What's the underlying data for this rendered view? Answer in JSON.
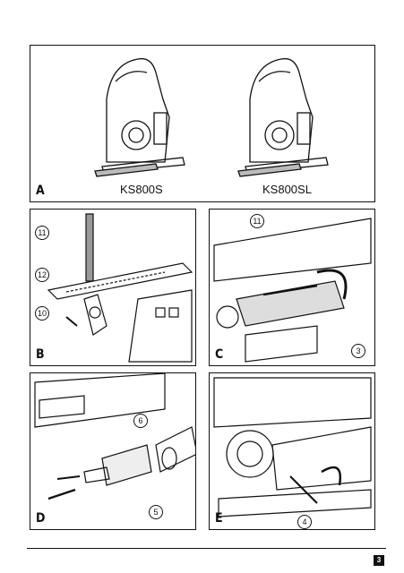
{
  "panels": {
    "A": {
      "letter": "A",
      "models": [
        "KS800S",
        "KS800SL"
      ]
    },
    "B": {
      "letter": "B",
      "callouts": [
        "11",
        "12",
        "10"
      ]
    },
    "C": {
      "letter": "C",
      "callouts": [
        "11",
        "3"
      ]
    },
    "D": {
      "letter": "D",
      "callouts": [
        "6",
        "5"
      ]
    },
    "E": {
      "letter": "E",
      "callouts": [
        "4"
      ]
    }
  },
  "page_number": "3"
}
